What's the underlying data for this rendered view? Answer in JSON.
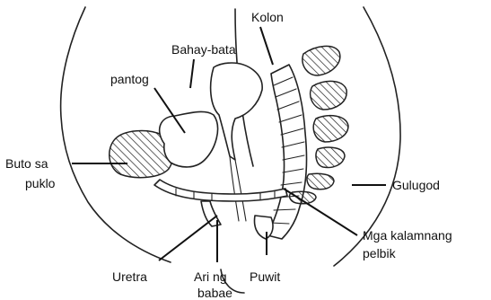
{
  "labels": {
    "kolon": "Kolon",
    "bahay_bata": "Bahay-bata",
    "pantog": "pantog",
    "buto_sa_puklo_line1": "Buto sa",
    "buto_sa_puklo_line2": "puklo",
    "gulugod": "Gulugod",
    "kalamnan_line1": "Mga kalamnang",
    "kalamnan_line2": "pelbik",
    "uretra": "Uretra",
    "ari_line1": "Ari ng",
    "ari_line2": "babae",
    "puwit": "Puwit"
  }
}
